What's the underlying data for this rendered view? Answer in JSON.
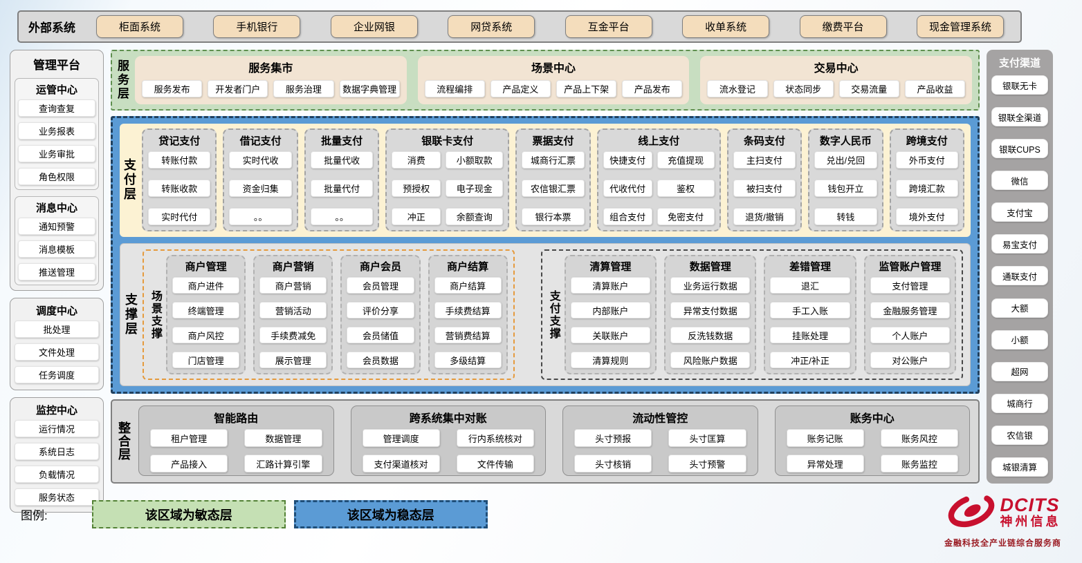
{
  "external_systems": {
    "label": "外部系统",
    "items": [
      "柜面系统",
      "手机银行",
      "企业网银",
      "网贷系统",
      "互金平台",
      "收单系统",
      "缴费平台",
      "现金管理系统"
    ]
  },
  "management_platform": {
    "sections": [
      {
        "title": "管理平台",
        "groups": [
          {
            "title": "运管中心",
            "items": [
              "查询查复",
              "业务报表",
              "业务审批",
              "角色权限"
            ]
          },
          {
            "title": "消息中心",
            "items": [
              "通知预警",
              "消息模板",
              "推送管理"
            ]
          }
        ]
      },
      {
        "title": "",
        "groups": [
          {
            "title": "调度中心",
            "items": [
              "批处理",
              "文件处理",
              "任务调度"
            ]
          }
        ]
      },
      {
        "title": "",
        "groups": [
          {
            "title": "监控中心",
            "items": [
              "运行情况",
              "系统日志",
              "负载情况",
              "服务状态"
            ]
          }
        ]
      }
    ]
  },
  "service_layer": {
    "label": "服务层",
    "groups": [
      {
        "title": "服务集市",
        "items": [
          "服务发布",
          "开发者门户",
          "服务治理",
          "数据字典管理"
        ]
      },
      {
        "title": "场景中心",
        "items": [
          "流程编排",
          "产品定义",
          "产品上下架",
          "产品发布"
        ]
      },
      {
        "title": "交易中心",
        "items": [
          "流水登记",
          "状态同步",
          "交易流量",
          "产品收益"
        ]
      }
    ]
  },
  "payment_layer": {
    "label": "支付层",
    "columns": [
      {
        "title": "贷记支付",
        "cols": "1",
        "items": [
          "转账付款",
          "转账收款",
          "实时代付"
        ]
      },
      {
        "title": "借记支付",
        "cols": "1",
        "items": [
          "实时代收",
          "资金归集",
          "。。"
        ]
      },
      {
        "title": "批量支付",
        "cols": "1",
        "items": [
          "批量代收",
          "批量代付",
          "。。"
        ]
      },
      {
        "title": "银联卡支付",
        "cols": "2",
        "items": [
          "消费",
          "小额取款",
          "预授权",
          "电子现金",
          "冲正",
          "余额查询"
        ]
      },
      {
        "title": "票据支付",
        "cols": "1",
        "items": [
          "城商行汇票",
          "农信银汇票",
          "银行本票"
        ]
      },
      {
        "title": "线上支付",
        "cols": "2",
        "items": [
          "快捷支付",
          "充值提现",
          "代收代付",
          "鉴权",
          "组合支付",
          "免密支付"
        ]
      },
      {
        "title": "条码支付",
        "cols": "1",
        "items": [
          "主扫支付",
          "被扫支付",
          "退货/撤销"
        ]
      },
      {
        "title": "数字人民币",
        "cols": "1",
        "items": [
          "兑出/兑回",
          "钱包开立",
          "转钱"
        ]
      },
      {
        "title": "跨境支付",
        "cols": "1",
        "items": [
          "外币支付",
          "跨境汇款",
          "境外支付"
        ]
      }
    ]
  },
  "support_layer": {
    "label": "支撑层",
    "scene_support": {
      "label": "场景支撑",
      "columns": [
        {
          "title": "商户管理",
          "items": [
            "商户进件",
            "终端管理",
            "商户风控",
            "门店管理"
          ]
        },
        {
          "title": "商户营销",
          "items": [
            "商户营销",
            "营销活动",
            "手续费减免",
            "展示管理"
          ]
        },
        {
          "title": "商户会员",
          "items": [
            "会员管理",
            "评价分享",
            "会员储值",
            "会员数据"
          ]
        },
        {
          "title": "商户结算",
          "items": [
            "商户结算",
            "手续费结算",
            "营销费结算",
            "多级结算"
          ]
        }
      ]
    },
    "payment_support": {
      "label": "支付支撑",
      "columns": [
        {
          "title": "清算管理",
          "items": [
            "清算账户",
            "内部账户",
            "关联账户",
            "清算规则"
          ]
        },
        {
          "title": "数据管理",
          "items": [
            "业务运行数据",
            "异常支付数据",
            "反洗钱数据",
            "风险账户数据"
          ]
        },
        {
          "title": "差错管理",
          "items": [
            "退汇",
            "手工入账",
            "挂账处理",
            "冲正/补正"
          ]
        },
        {
          "title": "监管账户管理",
          "items": [
            "支付管理",
            "金融服务管理",
            "个人账户",
            "对公账户"
          ]
        }
      ]
    }
  },
  "integration_layer": {
    "label": "整合层",
    "groups": [
      {
        "title": "智能路由",
        "items": [
          "租户管理",
          "数据管理",
          "产品接入",
          "汇路计算引擎"
        ]
      },
      {
        "title": "跨系统集中对账",
        "items": [
          "管理调度",
          "行内系统核对",
          "支付渠道核对",
          "文件传输"
        ]
      },
      {
        "title": "流动性管控",
        "items": [
          "头寸预报",
          "头寸匡算",
          "头寸核销",
          "头寸预警"
        ]
      },
      {
        "title": "账务中心",
        "items": [
          "账务记账",
          "账务风控",
          "异常处理",
          "账务监控"
        ]
      }
    ]
  },
  "payment_channels": {
    "title": "支付渠道",
    "items": [
      "银联无卡",
      "银联全渠道",
      "银联CUPS",
      "微信",
      "支付宝",
      "易宝支付",
      "通联支付",
      "大额",
      "小额",
      "超网",
      "城商行",
      "农信银",
      "城银清算"
    ]
  },
  "legend": {
    "label": "图例:",
    "items": [
      {
        "text": "该区域为敏态层",
        "color": "#c5e0b4"
      },
      {
        "text": "该区域为稳态层",
        "color": "#5b9bd5"
      }
    ]
  },
  "logo": {
    "brand": "DCITS",
    "name": "神州信息",
    "tagline": "金融科技全产业链综合服务商"
  }
}
